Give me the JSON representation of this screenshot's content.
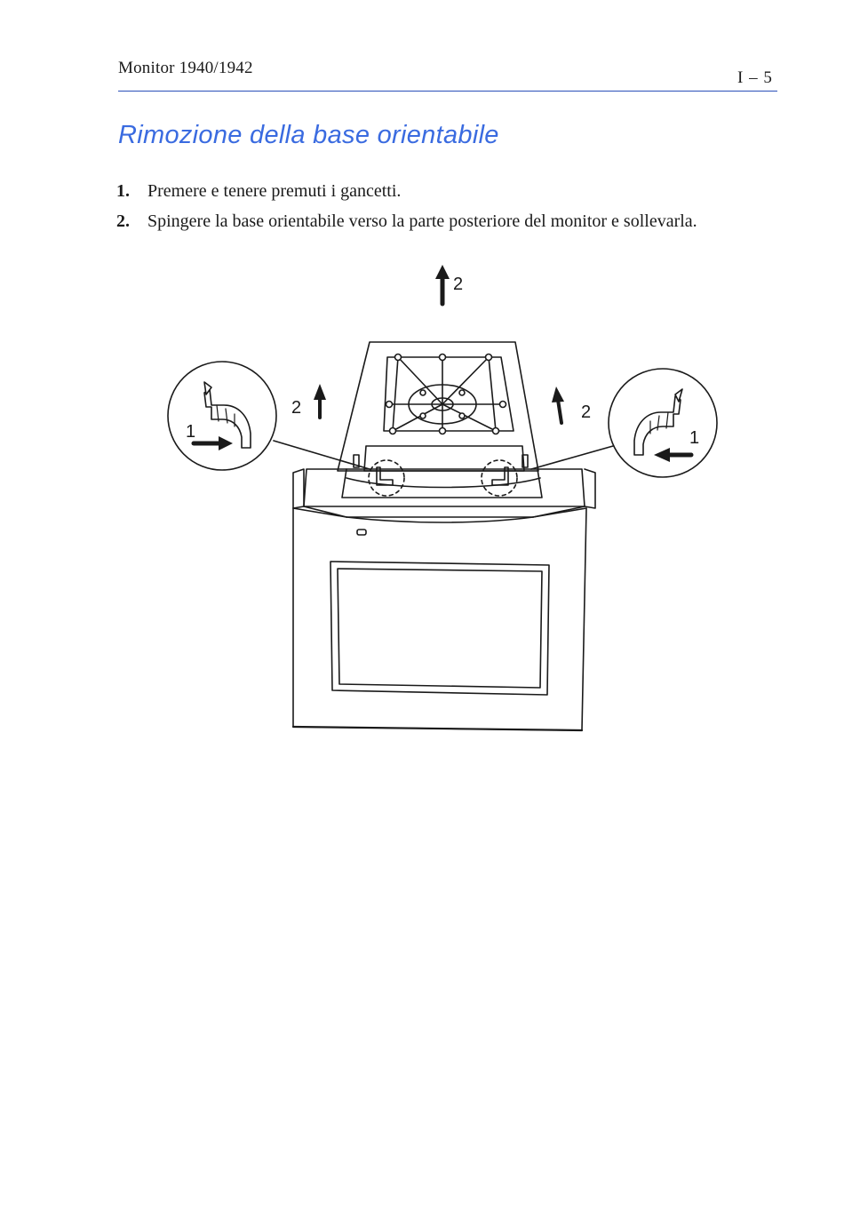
{
  "header": {
    "title": "Monitor 1940/1942",
    "page_number": "I – 5"
  },
  "section": {
    "title": "Rimozione della base orientabile"
  },
  "steps": [
    {
      "number": "1.",
      "text": "Premere e tenere premuti i gancetti."
    },
    {
      "number": "2.",
      "text": "Spingere la base orientabile verso la parte posteriore del monitor e sollevarla."
    }
  ],
  "figure": {
    "labels": {
      "top_arrow": "2",
      "left_arrow": "2",
      "right_arrow": "2",
      "left_detail": "1",
      "right_detail": "1"
    },
    "colors": {
      "line": "#1a1a1a",
      "title_blue": "#3a6be0",
      "rule_blue": "#2a4fb8"
    }
  }
}
